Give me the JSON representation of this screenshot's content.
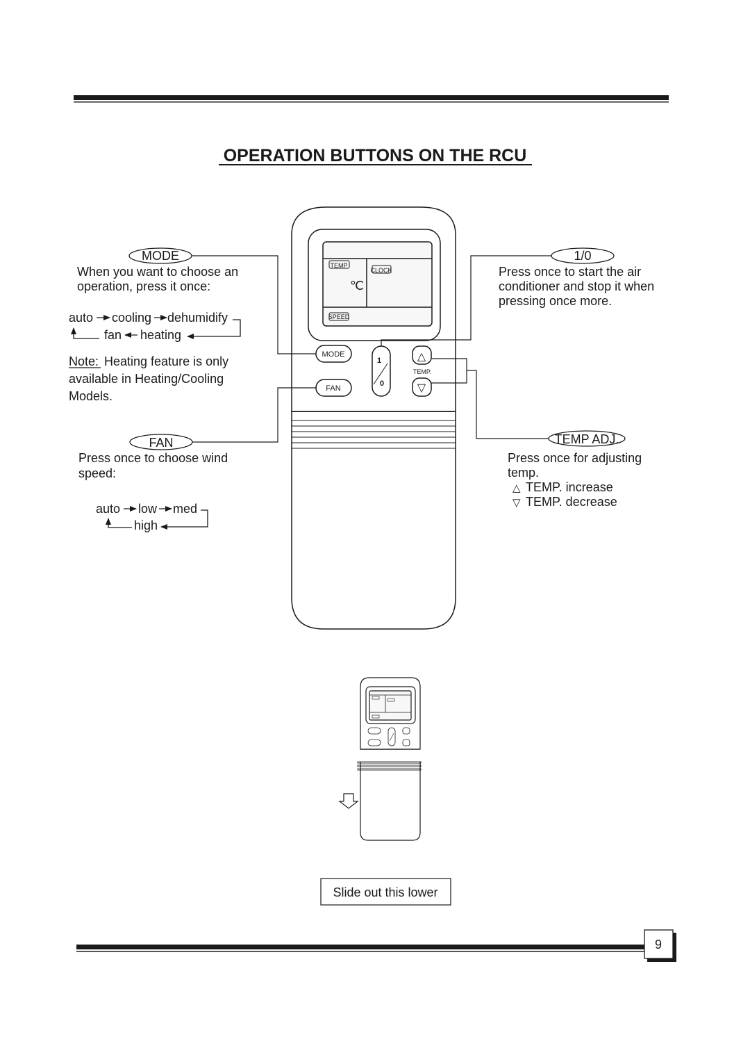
{
  "title": "OPERATION BUTTONS ON THE RCU",
  "remote": {
    "display_temp": "TEMP",
    "display_clock": "CLOCK",
    "display_celsius": "℃",
    "display_speed": "SPEED",
    "btn_mode": "MODE",
    "btn_fan": "FAN",
    "power_on": "1",
    "power_off": "0",
    "temp_label": "TEMP.",
    "temp_up": "△",
    "temp_down": "▽"
  },
  "mode": {
    "label": "MODE",
    "desc": [
      "When you want to choose an",
      "operation, press it once:"
    ],
    "seq_row1": [
      "auto",
      "cooling",
      "dehumidify"
    ],
    "seq_row2": [
      "fan",
      "heating"
    ],
    "note_label": "Note:",
    "note_lines": [
      "Heating  feature  is only",
      "available  in  Heating/Cooling",
      "Models."
    ]
  },
  "power": {
    "label": "1/0",
    "desc": [
      "Press  once  to  start  the  air",
      "conditioner  and stop  it when",
      "pressing once more."
    ]
  },
  "fan": {
    "label": "FAN",
    "desc": [
      "Press  once  to choose  wind",
      "speed:"
    ],
    "seq_row1": [
      "auto",
      "low",
      "med"
    ],
    "seq_row2": [
      "high"
    ]
  },
  "temp_adj": {
    "label": "TEMP ADJ.",
    "desc": [
      "Press   once  for   adjusting",
      "temp."
    ],
    "increase": "TEMP. increase",
    "decrease": "TEMP. decrease",
    "increase_symbol": "△",
    "decrease_symbol": "▽"
  },
  "slide_note": "Slide out this lower",
  "page_number": "9"
}
